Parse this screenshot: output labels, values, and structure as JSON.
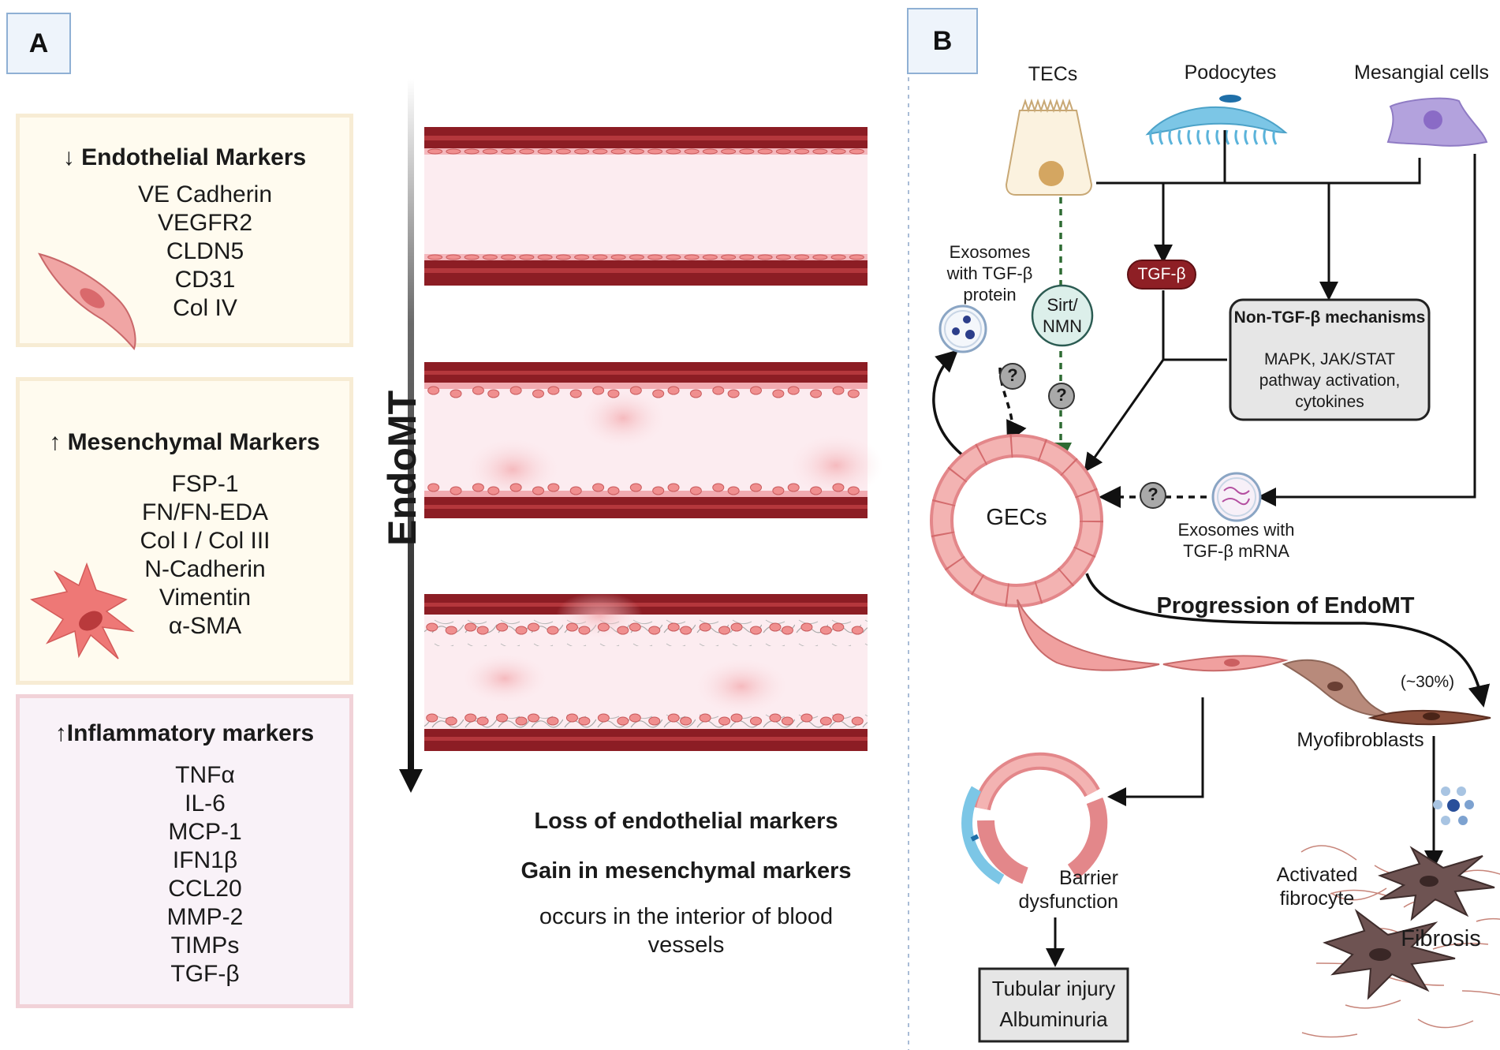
{
  "panel_a": {
    "tag": "A",
    "endothelial": {
      "title": "↓ Endothelial Markers",
      "items": [
        "VE Cadherin",
        "VEGFR2",
        "CLDN5",
        "CD31",
        "Col IV"
      ]
    },
    "mesenchymal": {
      "title": "↑ Mesenchymal Markers",
      "items": [
        "FSP-1",
        "FN/FN-EDA",
        "Col I / Col III",
        "N-Cadherin",
        "Vimentin",
        "α-SMA"
      ]
    },
    "inflammatory": {
      "title": "↑Inflammatory markers",
      "items": [
        "TNFα",
        "IL-6",
        "MCP-1",
        "IFN1β",
        "CCL20",
        "MMP-2",
        "TIMPs",
        "TGF-β"
      ]
    },
    "axis_label": "EndoMT",
    "caption": {
      "line1": "Loss of endothelial markers",
      "line2": "Gain in mesenchymal markers",
      "line3": "occurs in the interior of blood vessels"
    }
  },
  "panel_b": {
    "tag": "B",
    "tecs": "TECs",
    "podocytes": "Podocytes",
    "mesangial": "Mesangial cells",
    "tgf_beta": "TGF-β",
    "exosomes_protein": "Exosomes with TGF-β protein",
    "sirt": "Sirt/ NMN",
    "non_tgf_title": "Non-TGF-β mechanisms",
    "non_tgf_body": "MAPK, JAK/STAT pathway activation, cytokines",
    "question": "?",
    "gecs": "GECs",
    "exosomes_mrna": "Exosomes with TGF-β mRNA",
    "progression": "Progression of EndoMT",
    "percent": "(~30%)",
    "myofibroblasts": "Myofibroblasts",
    "barrier": "Barrier dysfunction",
    "tubular_1": "Tubular injury",
    "tubular_2": "Albuminuria",
    "activated": "Activated fibrocyte",
    "fibrosis": "Fibrosis"
  }
}
